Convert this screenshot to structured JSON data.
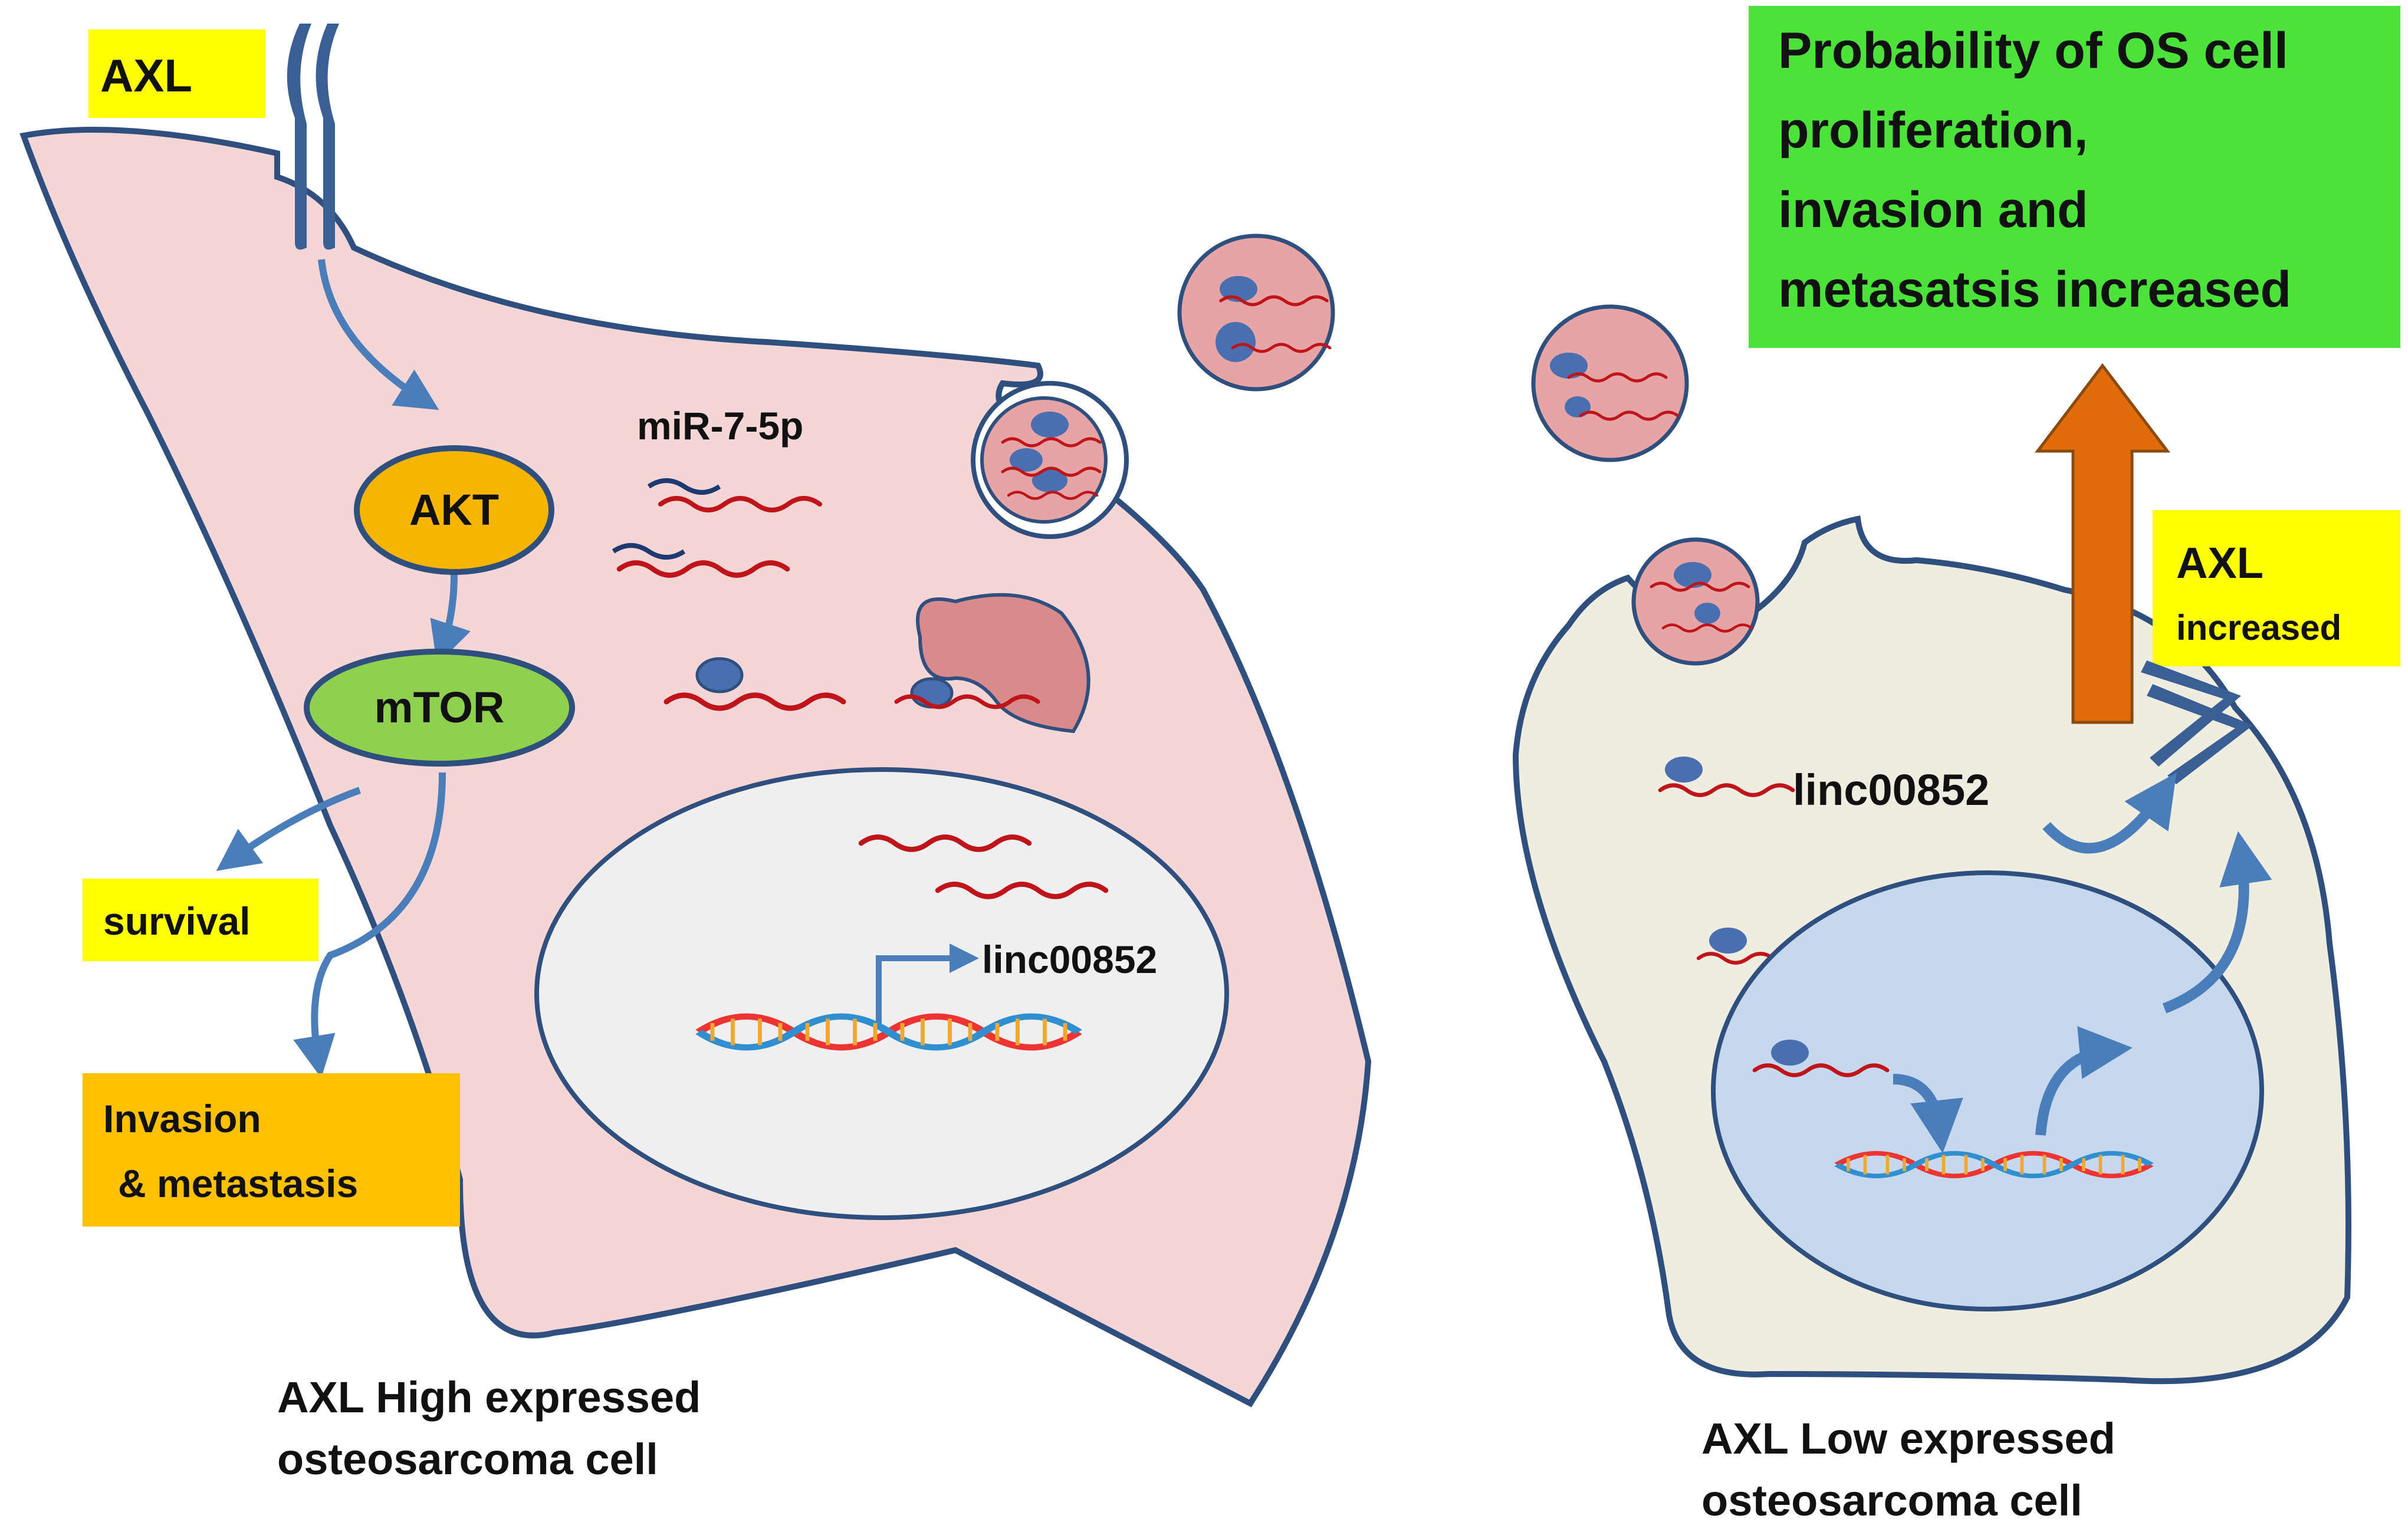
{
  "left_cell": {
    "receptor_label": "AXL",
    "akt": "AKT",
    "mtor": "mTOR",
    "survival": "survival",
    "invasion_line1": "Invasion",
    "invasion_line2": "& metastasis",
    "mirna": "miR-7-5p",
    "lnc": "linc00852",
    "caption_line1": "AXL High expressed",
    "caption_line2": "osteosarcoma cell"
  },
  "right_cell": {
    "outcome_line1": "Probability of OS cell",
    "outcome_line2": "proliferation,",
    "outcome_line3": "invasion and",
    "outcome_line4": "metasatsis increased",
    "axl": "AXL",
    "axl_sub": "increased",
    "lnc": "linc00852",
    "caption_line1": "AXL Low expressed",
    "caption_line2": "osteosarcoma cell"
  },
  "colors": {
    "high_cell_fill": "#f5d6d6",
    "low_cell_fill": "#efece0",
    "membrane": "#2f4f7f",
    "highlight_yellow": "#ffff00",
    "orange_box": "#ffc000",
    "green_box": "#4be33a",
    "akt_fill": "#f7b500",
    "mtor_fill": "#8fd14f",
    "rna": "#c0141b",
    "arrow_blue": "#4a7ebb",
    "up_arrow": "#e36c0a"
  }
}
